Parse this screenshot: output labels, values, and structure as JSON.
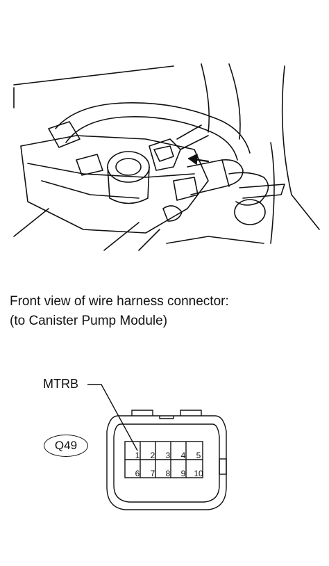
{
  "caption": {
    "line1": "Front view of wire harness connector:",
    "line2": "(to Canister Pump Module)"
  },
  "connector": {
    "terminal_label": "MTRB",
    "code": "Q49",
    "pins_row1": [
      "1",
      "2",
      "3",
      "4",
      "5"
    ],
    "pins_row2": [
      "6",
      "7",
      "8",
      "9",
      "10"
    ]
  }
}
